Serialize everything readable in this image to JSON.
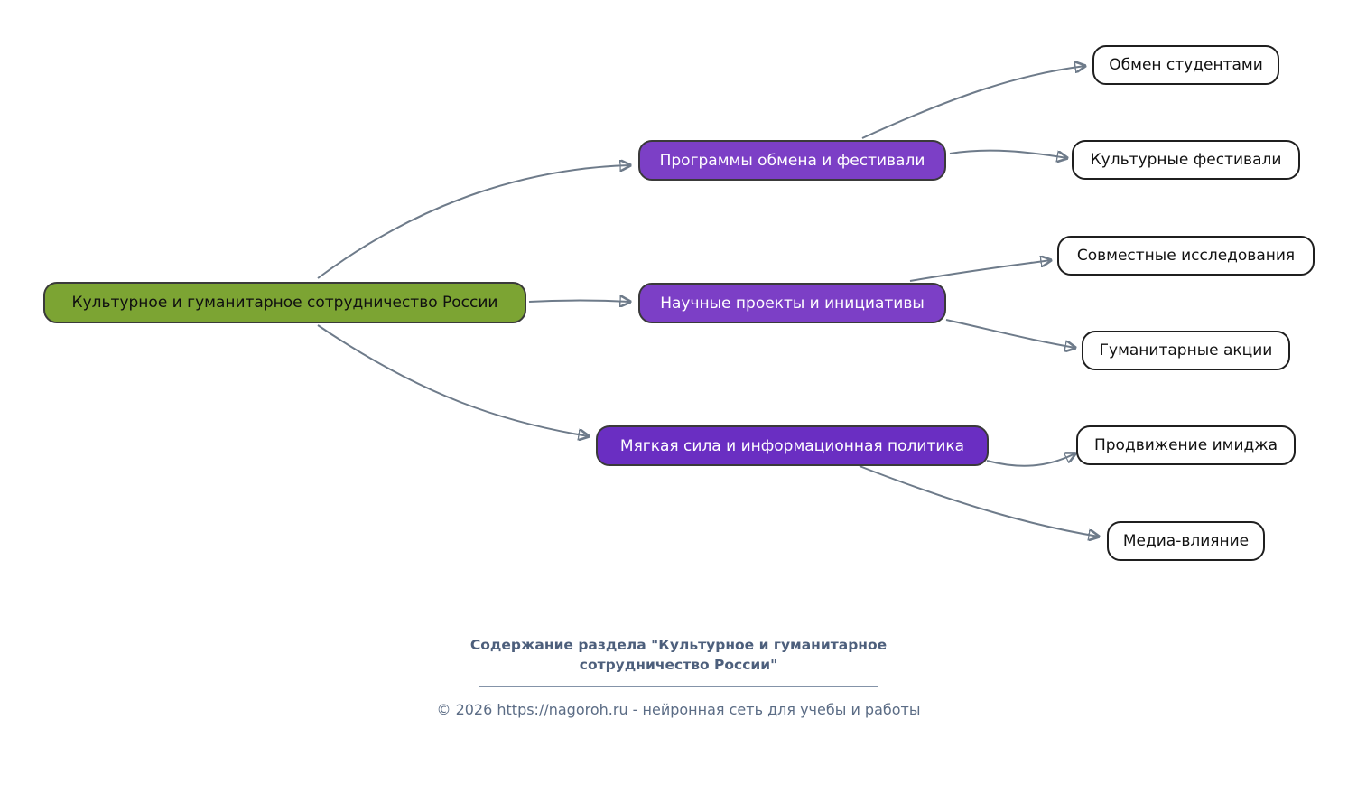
{
  "colors": {
    "root_bg": "#7CA433",
    "branch_bg": "#7C3FC6",
    "branch_dark_bg": "#6A2EC2",
    "leaf_bg": "#FFFFFF",
    "edge": "#6E7B8A",
    "node_border": "#2A2A2A",
    "footer_text": "#4D5F7C"
  },
  "nodes": {
    "root": {
      "label": "Культурное и гуманитарное сотрудничество России"
    },
    "branches": [
      {
        "label": "Программы обмена и фестивали"
      },
      {
        "label": "Научные проекты и инициативы"
      },
      {
        "label": "Мягкая сила и информационная политика"
      }
    ],
    "leaves": [
      {
        "label": "Обмен студентами"
      },
      {
        "label": "Культурные фестивали"
      },
      {
        "label": "Совместные исследования"
      },
      {
        "label": "Гуманитарные акции"
      },
      {
        "label": "Продвижение имиджа"
      },
      {
        "label": "Медиа-влияние"
      }
    ]
  },
  "footer": {
    "title_line1": "Содержание раздела \"Культурное и гуманитарное",
    "title_line2": "сотрудничество России\"",
    "copyright": "© 2026 https://nagoroh.ru - нейронная сеть для учебы и работы"
  }
}
